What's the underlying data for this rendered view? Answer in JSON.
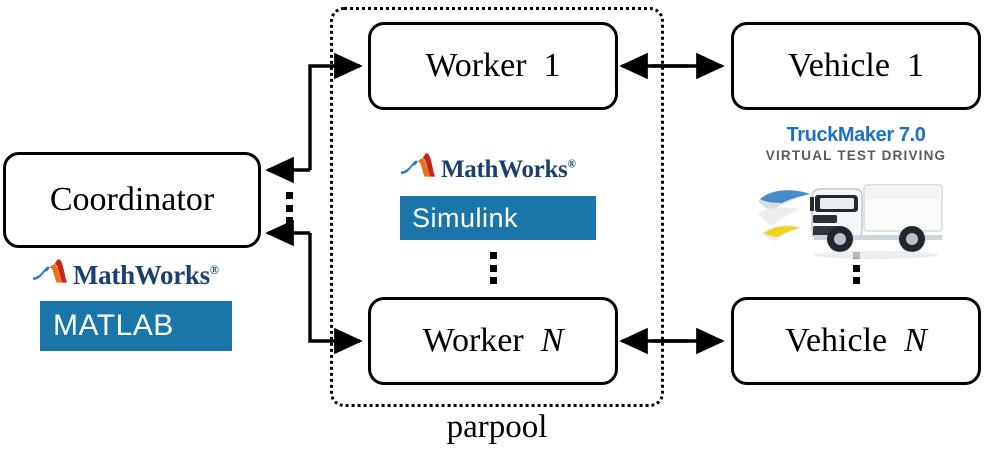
{
  "diagram": {
    "title_caption": "parpool",
    "nodes": {
      "coordinator": {
        "label": "Coordinator"
      },
      "worker_1": {
        "label_main": "Worker",
        "label_index": "1"
      },
      "worker_n": {
        "label_main": "Worker",
        "label_index": "N"
      },
      "vehicle_1": {
        "label_main": "Vehicle",
        "label_index": "1"
      },
      "vehicle_n": {
        "label_main": "Vehicle",
        "label_index": "N"
      }
    },
    "logos": {
      "mathworks_coordinator": {
        "wordmark": "MathWorks",
        "registered": "®"
      },
      "mathworks_worker": {
        "wordmark": "MathWorks",
        "registered": "®"
      },
      "matlab_product": {
        "name": "MATLAB"
      },
      "simulink_product": {
        "name": "Simulink"
      },
      "truckmaker": {
        "title": "TruckMaker 7.0",
        "subtitle": "VIRTUAL TEST DRIVING"
      }
    },
    "ellipsis": {
      "coordinator_column": "⋮",
      "worker_column": "⋮",
      "vehicle_column": "⋮"
    },
    "colors": {
      "product_bar_blue": "#1a75a9",
      "mathworks_text_blue": "#1c3f6e",
      "membrane_blue": "#2b7cc4",
      "membrane_orange": "#e8731a",
      "membrane_red": "#c4271c",
      "truckmaker_blue": "#1f6fc4",
      "truckmaker_gray": "#5a5a5a",
      "stroke": "#000000"
    }
  }
}
